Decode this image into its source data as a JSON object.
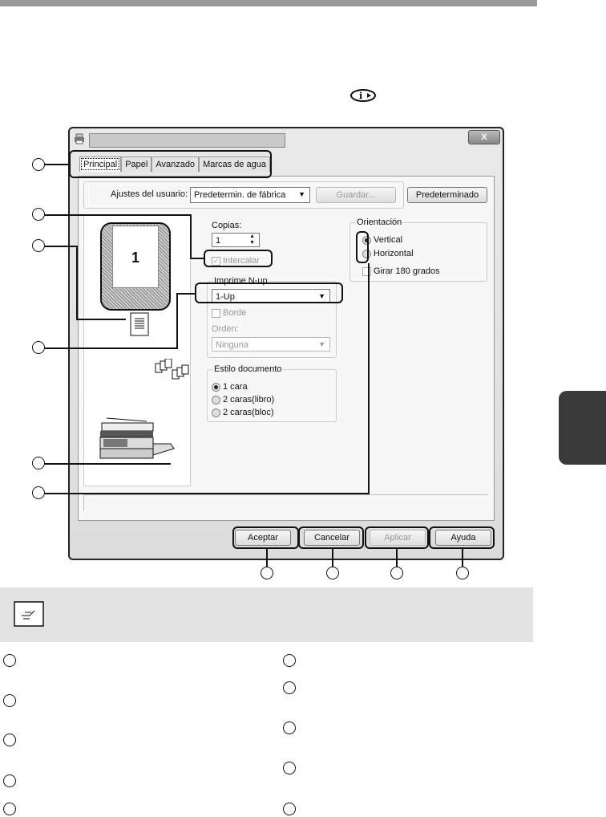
{
  "dialog": {
    "tabs": [
      "Principal",
      "Papel",
      "Avanzado",
      "Marcas de agua"
    ],
    "user_settings_label": "Ajustes del usuario:",
    "user_settings_value": "Predetermin. de fábrica",
    "save_button": "Guardar...",
    "default_button": "Predeterminado",
    "preview_page_number": "1",
    "copies_label": "Copias:",
    "copies_value": "1",
    "collate_label": "Intercalar",
    "nup_group": "Imprime N-up",
    "nup_value": "1-Up",
    "border_label": "Borde",
    "order_label": "Orden:",
    "order_value": "Ninguna",
    "doc_style_group": "Estilo documento",
    "doc_style_options": [
      "1 cara",
      "2 caras(libro)",
      "2 caras(bloc)"
    ],
    "orientation_group": "Orientación",
    "orientation_options": [
      "Vertical",
      "Horizontal"
    ],
    "rotate_label": "Girar 180 grados",
    "close_glyph": "X",
    "buttons": {
      "ok": "Aceptar",
      "cancel": "Cancelar",
      "apply": "Aplicar",
      "help": "Ayuda"
    }
  },
  "icons": [
    "printer-icon",
    "info-icon",
    "note-hand-icon",
    "copier-icon",
    "collated-pages-icon",
    "document-icon"
  ]
}
